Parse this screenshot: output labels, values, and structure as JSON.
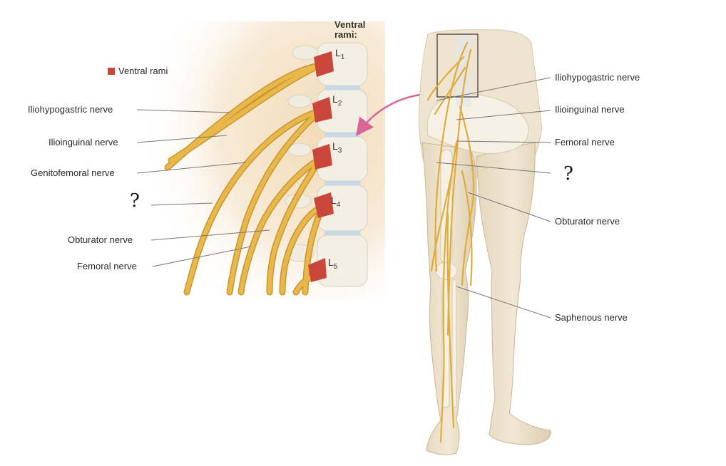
{
  "legend": {
    "swatch_label": "Ventral rami",
    "swatch_color": "#c8463a"
  },
  "ventral_header": {
    "line1": "Ventral",
    "line2": "rami:"
  },
  "levels": [
    {
      "letter": "L",
      "num": "1"
    },
    {
      "letter": "L",
      "num": "2"
    },
    {
      "letter": "L",
      "num": "3"
    },
    {
      "letter": "L",
      "num": "4"
    },
    {
      "letter": "L",
      "num": "5"
    }
  ],
  "left_labels": {
    "iliohypogastric": "Iliohypogastric nerve",
    "ilioinguinal": "Ilioinguinal nerve",
    "genitofemoral": "Genitofemoral nerve",
    "unknown": "?",
    "obturator": "Obturator nerve",
    "femoral": "Femoral nerve"
  },
  "right_labels": {
    "iliohypogastric": "Iliohypogastric nerve",
    "ilioinguinal": "Ilioinguinal nerve",
    "femoral": "Femoral nerve",
    "unknown": "?",
    "obturator": "Obturator nerve",
    "saphenous": "Saphenous nerve"
  },
  "colors": {
    "nerve": "#e8b84a",
    "nerve_edge": "#c99530",
    "skin": "#efe4cf",
    "bone": "#f3efe4",
    "ramus": "#c8463a",
    "arrow": "#d9659a"
  }
}
